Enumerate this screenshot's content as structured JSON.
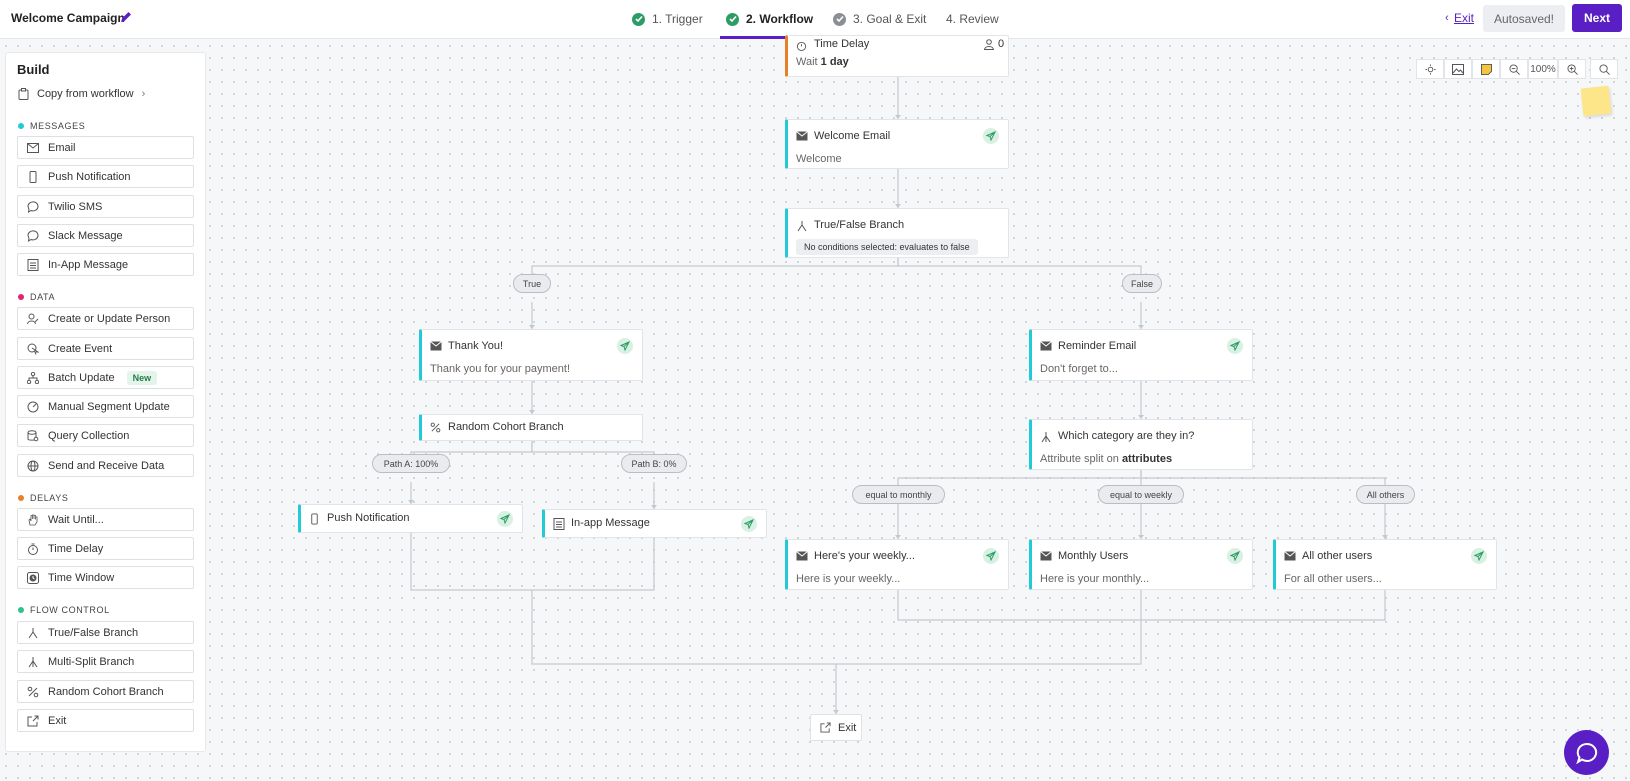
{
  "header": {
    "campaign_title": "Welcome Campaign",
    "steps": [
      {
        "label": "1. Trigger",
        "state": "done"
      },
      {
        "label": "2. Workflow",
        "state": "active"
      },
      {
        "label": "3. Goal & Exit",
        "state": "pending"
      },
      {
        "label": "4. Review",
        "state": "none"
      }
    ],
    "exit_label": "Exit",
    "autosaved_label": "Autosaved!",
    "next_label": "Next"
  },
  "sidebar": {
    "title": "Build",
    "copy_label": "Copy from workflow",
    "sections": [
      {
        "label": "MESSAGES",
        "color": "#22c9d6",
        "items": [
          "Email",
          "Push Notification",
          "Twilio SMS",
          "Slack Message",
          "In-App Message"
        ]
      },
      {
        "label": "DATA",
        "color": "#e0246f",
        "items": [
          "Create or Update Person",
          "Create Event",
          "Batch Update",
          "Manual Segment Update",
          "Query Collection",
          "Send and Receive Data"
        ],
        "badge": "New"
      },
      {
        "label": "DELAYS",
        "color": "#e8802a",
        "items": [
          "Wait Until...",
          "Time Delay",
          "Time Window"
        ]
      },
      {
        "label": "FLOW CONTROL",
        "color": "#2bc48a",
        "items": [
          "True/False Branch",
          "Multi-Split Branch",
          "Random Cohort Branch",
          "Exit"
        ]
      }
    ]
  },
  "workflow": {
    "time_delay": {
      "title": "Time Delay",
      "count": "0",
      "sub_prefix": "Wait",
      "sub_value": "1 day"
    },
    "welcome_email": {
      "title": "Welcome Email",
      "sub": "Welcome"
    },
    "tf_branch": {
      "title": "True/False Branch",
      "condition": "No conditions selected: evaluates to false"
    },
    "true_label": "True",
    "false_label": "False",
    "thank_you": {
      "title": "Thank You!",
      "sub": "Thank you for your payment!"
    },
    "random_cohort": {
      "title": "Random Cohort Branch"
    },
    "path_a": "Path A: 100%",
    "path_b": "Path B: 0%",
    "push_notification": {
      "title": "Push Notification"
    },
    "inapp_message": {
      "title": "In-app Message"
    },
    "reminder_email": {
      "title": "Reminder Email",
      "sub": "Don't forget to..."
    },
    "which_category": {
      "title": "Which category are they in?",
      "sub_prefix": "Attribute split on",
      "sub_value": "attributes"
    },
    "split_labels": [
      "equal to monthly",
      "equal to weekly",
      "All others"
    ],
    "weekly": {
      "title": "Here's your weekly...",
      "sub": "Here is your weekly..."
    },
    "monthly": {
      "title": "Monthly Users",
      "sub": "Here is your monthly..."
    },
    "others": {
      "title": "All other users",
      "sub": "For all other users..."
    },
    "exit_node": "Exit"
  },
  "toolbar": {
    "zoom": "100%"
  }
}
